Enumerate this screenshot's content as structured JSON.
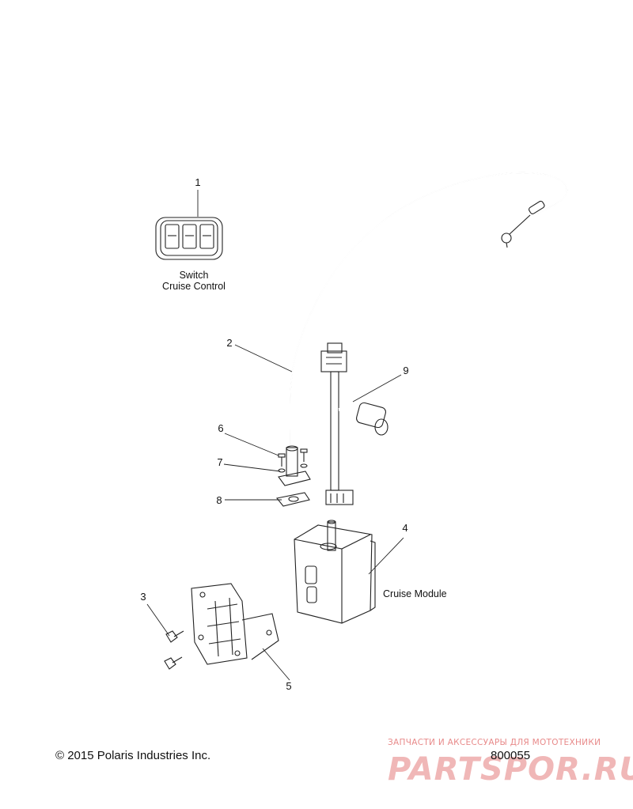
{
  "callouts": [
    {
      "id": "1",
      "label": "1"
    },
    {
      "id": "2",
      "label": "2"
    },
    {
      "id": "3",
      "label": "3"
    },
    {
      "id": "4",
      "label": "4"
    },
    {
      "id": "5",
      "label": "5"
    },
    {
      "id": "6",
      "label": "6"
    },
    {
      "id": "7",
      "label": "7"
    },
    {
      "id": "8",
      "label": "8"
    },
    {
      "id": "9",
      "label": "9"
    }
  ],
  "captions": {
    "switch_line1": "Switch",
    "switch_line2": "Cruise Control",
    "module": "Cruise Module"
  },
  "footer": {
    "copyright": "© 2015 Polaris Industries Inc.",
    "figure_number": "800055"
  },
  "watermark": {
    "tagline": "ЗАПЧАСТИ И АКСЕССУАРЫ ДЛЯ МОТОТЕХНИКИ",
    "brand": "PARTSPOR.RU"
  }
}
